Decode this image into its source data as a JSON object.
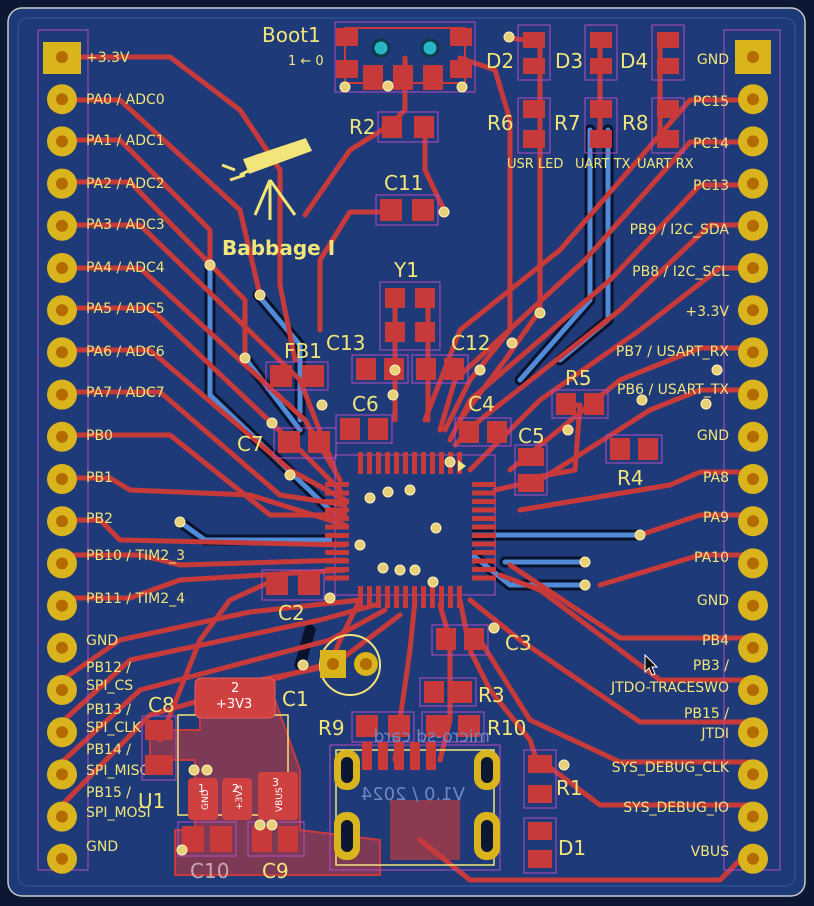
{
  "board": {
    "name": "Babbage I",
    "colors": {
      "board": "#1f3a78",
      "copper_front": "#c83a3a",
      "copper_back": "#4f8bd8",
      "silkscreen": "#f2e57a",
      "header_pad": "#d9b41c"
    }
  },
  "left_header": [
    "+3.3V",
    "PA0 / ADC0",
    "PA1 / ADC1",
    "PA2 / ADC2",
    "PA3 / ADC3",
    "PA4 / ADC4",
    "PA5 / ADC5",
    "PA6 / ADC6",
    "PA7 / ADC7",
    "PB0",
    "PB1",
    "PB2",
    "PB10 / TIM2_3",
    "PB11 / TIM2_4",
    "GND",
    "PB12 /",
    "SPI_CS",
    "PB13 /",
    "SPI_CLK",
    "PB14 /",
    "SPI_MISO",
    "PB15 /",
    "SPI_MOSI",
    "GND"
  ],
  "right_header": [
    "GND",
    "PC15",
    "PC14",
    "PC13",
    "PB9 / I2C_SDA",
    "PB8 / I2C_SCL",
    "+3.3V",
    "PB7 / USART_RX",
    "PB6 / USART_TX",
    "GND",
    "PA8",
    "PA9",
    "PA10",
    "GND",
    "PB4",
    "PB3 /",
    "JTDO-TRACESWO",
    "PB15 /",
    "JTDI",
    "SYS_DEBUG_CLK",
    "SYS_DEBUG_IO",
    "VBUS"
  ],
  "refs": {
    "boot": "Boot1",
    "boot_sub": "1 ← 0",
    "d2": "D2",
    "d3": "D3",
    "d4": "D4",
    "r2": "R2",
    "r6": "R6",
    "r7": "R7",
    "r8": "R8",
    "usr_led": "USR LED",
    "uart_tx": "UART TX",
    "uart_rx": "UART RX",
    "c11": "C11",
    "y1": "Y1",
    "fb1": "FB1",
    "c13": "C13",
    "c12": "C12",
    "c6": "C6",
    "c4": "C4",
    "c5": "C5",
    "c7": "C7",
    "r5": "R5",
    "r4": "R4",
    "c2": "C2",
    "c3": "C3",
    "c1": "C1",
    "c8": "C8",
    "r3": "R3",
    "r9": "R9",
    "r10": "R10",
    "u1": "U1",
    "r1": "R1",
    "d1": "D1",
    "c10": "C10",
    "c9": "C9"
  },
  "u1_pins": {
    "p1": "1",
    "p1_name": "GND",
    "p2": "2",
    "p2_name": "+3V3",
    "p3": "3",
    "p3_name": "VBUS"
  },
  "u1_tab": {
    "num": "2",
    "name": "+3V3"
  },
  "back_silk": [
    "micro-sd card",
    "V1.0 / 2024"
  ]
}
